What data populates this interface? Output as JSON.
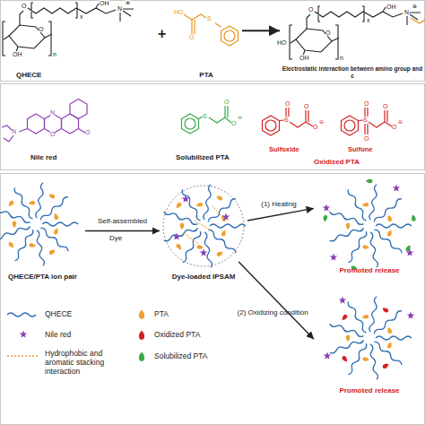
{
  "diagram": {
    "nodes": [
      {
        "text": [
          "QHECE"
        ]
      },
      {
        "text": [
          "PTA"
        ]
      },
      {
        "text": [
          "Electrostatic interaction between amino group and c"
        ]
      },
      {
        "text": [
          "QHECE/PTA ion pair"
        ]
      },
      {
        "text": [
          "Dye-loaded IPSAM"
        ]
      },
      {
        "text": [
          "Promoted release"
        ]
      },
      {
        "text": [
          "Promoted release"
        ]
      }
    ],
    "edges": [
      {
        "from": 1,
        "to": 2,
        "arrow": "to"
      },
      {
        "from": 3,
        "to": 4,
        "arrow": "to",
        "label": "Self-assembled"
      },
      {
        "from": 4,
        "to": 5,
        "arrow": "to",
        "label": "(1) Heating"
      },
      {
        "from": 4,
        "to": 6,
        "arrow": "to",
        "label": "(2) Oxidizing condition"
      }
    ],
    "labels": [
      "+",
      "O",
      "O",
      "x",
      "OH",
      "N",
      "⊕",
      "OH",
      "n",
      "HO",
      "O",
      "S",
      "O",
      "O",
      "x",
      "OH",
      "N",
      "⊕",
      "HO",
      "OH",
      "n",
      "N",
      "N",
      "O",
      "O",
      "S",
      "O",
      "O",
      "⊖",
      "S",
      "O",
      "O",
      "O",
      "⊖",
      "S",
      "O",
      "O",
      "O",
      "O",
      "⊖",
      "Nile red",
      "Solubilized PTA",
      "Sulfoxide",
      "Sulfone",
      "Oxidized PTA",
      "Dye"
    ],
    "legend": [
      {
        "text": "QHECE"
      },
      {
        "text": "PTA",
        "color": "#f0a030"
      },
      {
        "text": "Nile red"
      },
      {
        "text": "Oxidized PTA",
        "color": "#d42020"
      },
      {
        "text": "Hydrophobic and aromatic stacking interaction"
      },
      {
        "text": "Solubilized PTA",
        "color": "#3aa845"
      }
    ]
  }
}
